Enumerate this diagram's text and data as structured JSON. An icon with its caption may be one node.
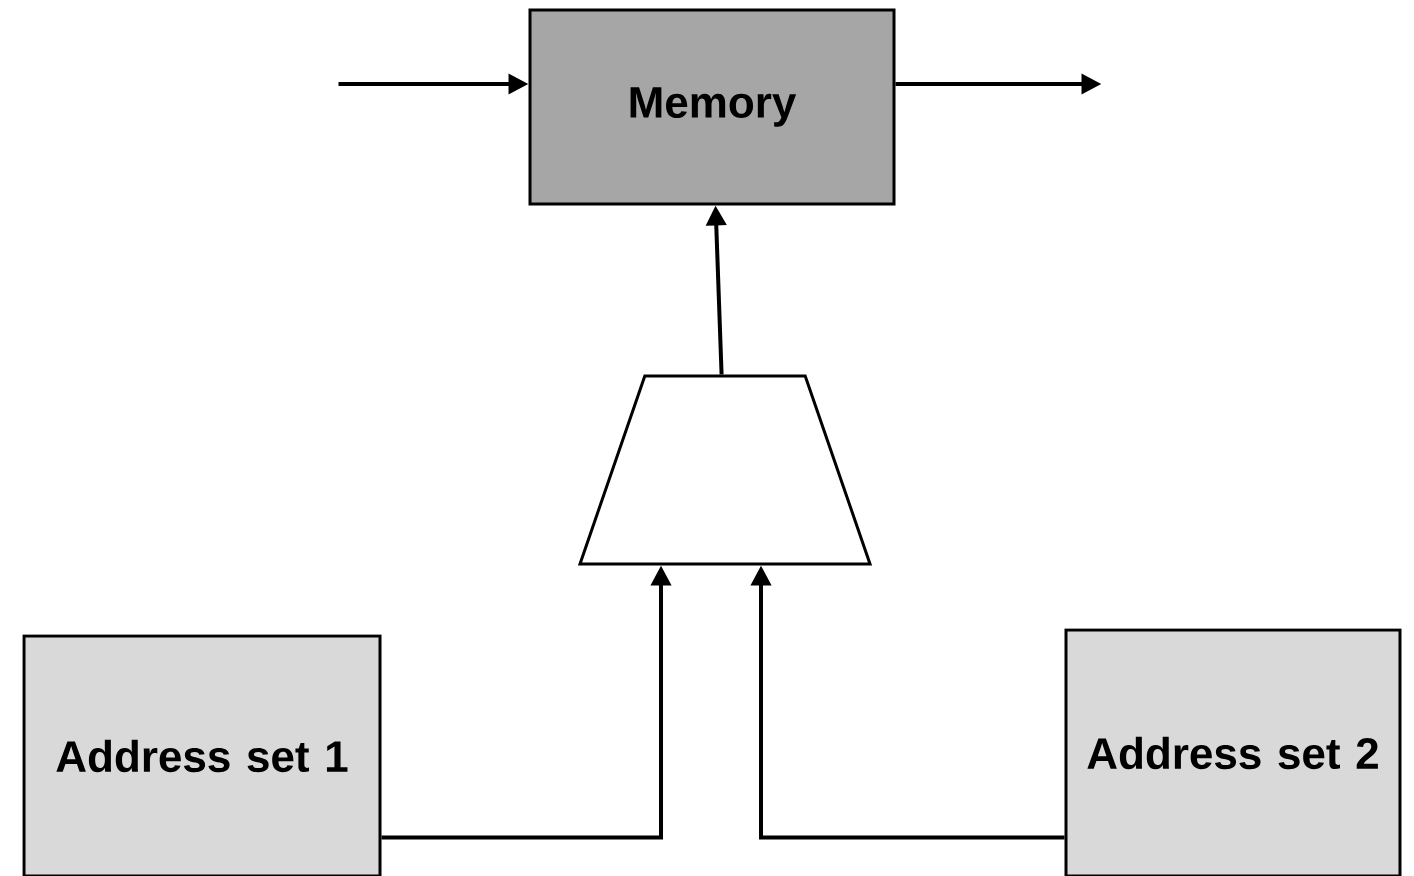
{
  "diagram": {
    "nodes": [
      {
        "text": [
          "Memory"
        ]
      },
      {
        "text": [],
        "shape": "trapezoid"
      },
      {
        "text": [
          "Address set 1"
        ]
      },
      {
        "text": [
          "Address set 2"
        ]
      }
    ],
    "edges": [
      {
        "from": null,
        "to": 0,
        "arrow": "to"
      },
      {
        "from": 0,
        "to": null,
        "arrow": "to"
      },
      {
        "from": 1,
        "to": 0,
        "arrow": "to"
      },
      {
        "from": 2,
        "to": 1,
        "arrow": "to"
      },
      {
        "from": 3,
        "to": 1,
        "arrow": "to"
      }
    ]
  }
}
